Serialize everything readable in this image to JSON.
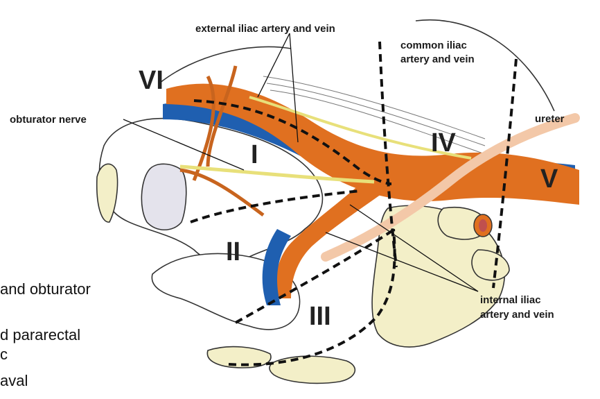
{
  "labels": {
    "external_iliac": "external iliac artery and vein",
    "common_iliac_line1": "common iliac",
    "common_iliac_line2": "artery and vein",
    "obturator_nerve": "obturator nerve",
    "ureter": "ureter",
    "internal_iliac_line1": "internal iliac",
    "internal_iliac_line2": "artery and vein"
  },
  "regions": {
    "r1": "I",
    "r2": "II",
    "r3": "III",
    "r4": "IV",
    "r5": "V",
    "r6": "VI"
  },
  "cut_text": {
    "line1": "and obturator",
    "line2": "d pararectal",
    "line3": "c",
    "line4": "aval"
  },
  "colors": {
    "artery": "#e07020",
    "vein": "#1f5fb0",
    "nerve": "#e8e07a",
    "ureter": "#f3c8a8",
    "bone": "#f3efc8",
    "outline": "#333333"
  }
}
